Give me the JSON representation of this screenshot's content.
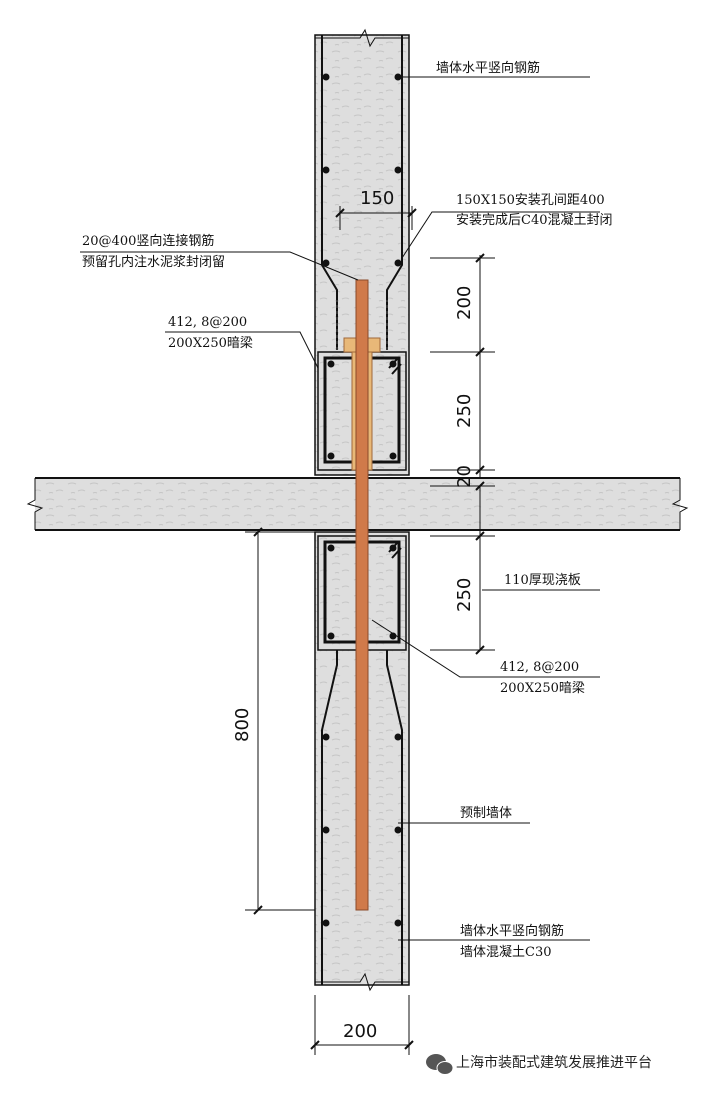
{
  "labels": {
    "top_rebar": "墙体水平竖向钢筋",
    "hole_line1": "150X150安装孔间距400",
    "hole_line2": "安装完成后C40混凝土封闭",
    "conn_line1": "20@400竖向连接钢筋",
    "conn_line2": "预留孔内注水泥浆封闭留",
    "beam_top_line1": "412, 8@200",
    "beam_top_line2": "200X250暗梁",
    "slab": "110厚现浇板",
    "beam_bot_line1": "412, 8@200",
    "beam_bot_line2": "200X250暗梁",
    "precast_wall": "预制墙体",
    "bottom_rebar": "墙体水平竖向钢筋",
    "bottom_concrete": "墙体混凝土C30"
  },
  "dimensions": {
    "hole_width": "150",
    "hole_height": "200",
    "beam_top_height": "250",
    "gap": "20",
    "beam_bottom_height": "250",
    "embed_length": "800",
    "wall_thickness": "200"
  },
  "watermark": {
    "text": "上海市装配式建筑发展推进平台",
    "icon": "wechat-icon"
  },
  "colors": {
    "concrete": "#dcdcdc",
    "rebar": "#d07a4a",
    "grout": "#e8b878",
    "line": "#111111"
  }
}
